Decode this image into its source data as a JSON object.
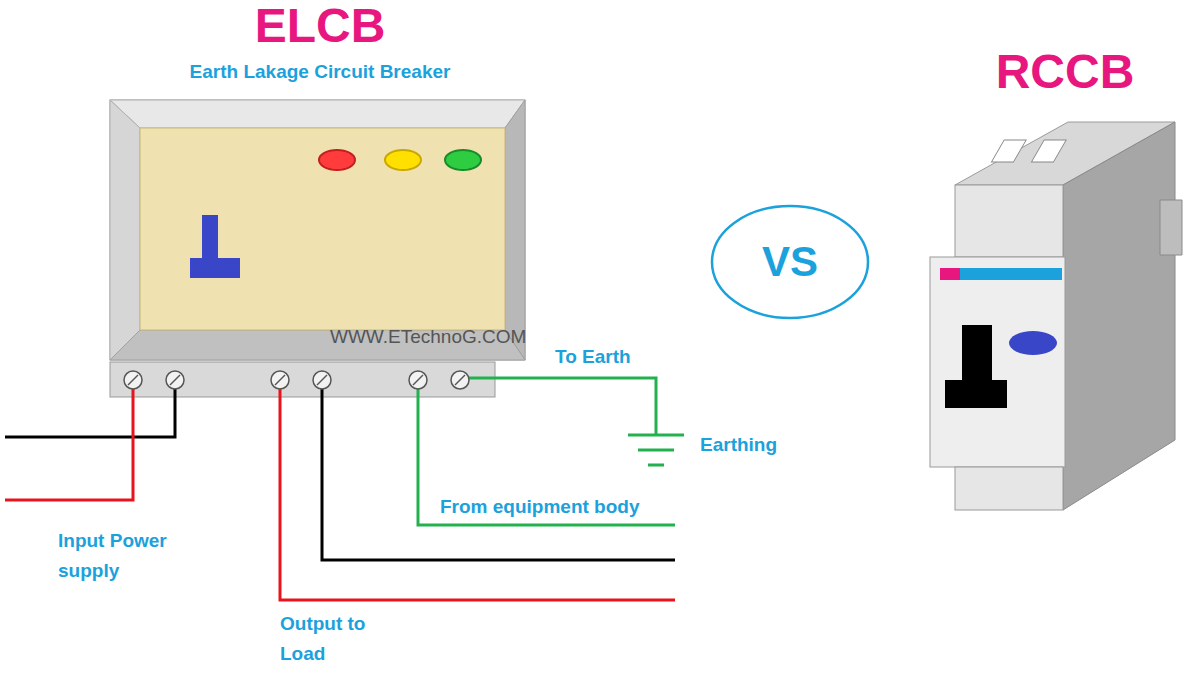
{
  "diagram": {
    "nodes": [
      {
        "text": [
          "ELCB",
          "Earth Lakage Circuit Breaker"
        ]
      },
      {
        "text": [
          "VS"
        ]
      },
      {
        "text": [
          "RCCB"
        ]
      }
    ],
    "labels": [
      "WWW.ETechnoG.COM",
      "To Earth",
      "Earthing",
      "From equipment body",
      "Input Power supply",
      "Output to Load"
    ]
  }
}
